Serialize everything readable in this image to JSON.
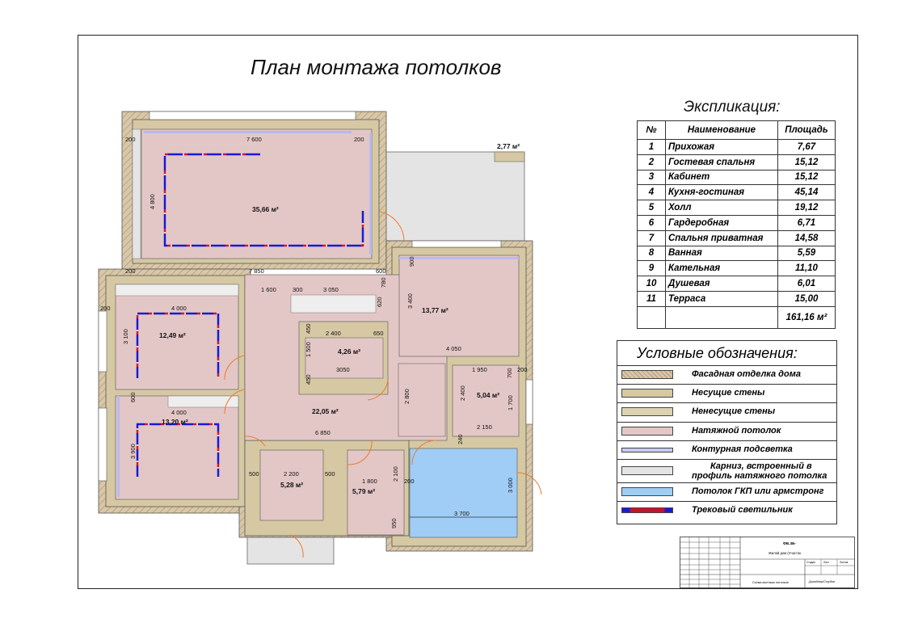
{
  "title": "План монтажа потолков",
  "explication": {
    "title": "Экспликация:",
    "headers": [
      "№",
      "Наименование",
      "Площадь"
    ],
    "rows": [
      {
        "n": "1",
        "name": "Прихожая",
        "area": "7,67"
      },
      {
        "n": "2",
        "name": "Гостевая спальня",
        "area": "15,12"
      },
      {
        "n": "3",
        "name": "Кабинет",
        "area": "15,12"
      },
      {
        "n": "4",
        "name": "Кухня-гостиная",
        "area": "45,14"
      },
      {
        "n": "5",
        "name": "Холл",
        "area": "19,12"
      },
      {
        "n": "6",
        "name": "Гардеробная",
        "area": "6,71"
      },
      {
        "n": "7",
        "name": "Спальня приватная",
        "area": "14,58"
      },
      {
        "n": "8",
        "name": "Ванная",
        "area": "5,59"
      },
      {
        "n": "9",
        "name": "Кательная",
        "area": "11,10"
      },
      {
        "n": "10",
        "name": "Душевая",
        "area": "6,01"
      },
      {
        "n": "11",
        "name": "Терраса",
        "area": "15,00"
      }
    ],
    "total": "161,16 м²"
  },
  "legend": {
    "title": "Условные обозначения:",
    "items": [
      {
        "label": "Фасадная отделка дома",
        "color": "#cbb898",
        "pattern": "hatch"
      },
      {
        "label": "Несущие стены",
        "color": "#d5c8a3"
      },
      {
        "label": "Ненесущие стены",
        "color": "#ddd3b3"
      },
      {
        "label": "Натяжной потолок",
        "color": "#e3c7c6"
      },
      {
        "label": "Контурная подсветка",
        "color": "#c8c9f3"
      },
      {
        "label": "Карниз, встроенный в профиль натяжного потолка",
        "label_line1": "Карниз, встроенный в",
        "label_line2": "профиль натяжного потолка",
        "color": "#e4e4e4"
      },
      {
        "label": "Потолок ГКП или армстронг",
        "color": "#9fcdf6"
      },
      {
        "label": "Трековый светильник",
        "color": "#c4142b"
      }
    ]
  },
  "plan": {
    "colors": {
      "wall": "#d5c8a3",
      "ceiling": "#e3c7c6",
      "gkp": "#9fcdf6",
      "track_red": "#d8132c",
      "track_blue": "#1a1ad6",
      "door": "#f07a2c",
      "contour": "#b9b9f0",
      "terrace": "#e4e4e4"
    },
    "areas": [
      "35,66 м²",
      "12,49 м²",
      "13,20 м²",
      "4,26 м²",
      "13,77 м²",
      "22,05 м²",
      "5,04 м²",
      "5,28 м²",
      "5,79 м²",
      "2,77 м²"
    ],
    "dims": [
      "200",
      "7 600",
      "200",
      "4 800",
      "7 850",
      "600",
      "200",
      "1 600",
      "300",
      "3 050",
      "780",
      "620",
      "900",
      "3 400",
      "4 000",
      "3 100",
      "2 400",
      "650",
      "450",
      "1 500",
      "3050",
      "450",
      "4 050",
      "1 950",
      "700",
      "200",
      "2 400",
      "1 700",
      "2 150",
      "200",
      "4 000",
      "3 900",
      "600",
      "6 850",
      "2 800",
      "500",
      "2 200",
      "500",
      "1 800",
      "2 100",
      "200",
      "3 700",
      "3 000",
      "240",
      "950"
    ]
  },
  "stamp": {
    "code": "ФВ.ЗБ-",
    "object": "Жилой дом (Участок",
    "sheet_name": "Схема монтажа потолков",
    "stage_label": "Стадия",
    "sheet_label": "Лист",
    "sheets_label": "Листов",
    "org": "Дизайнер/Студия"
  }
}
